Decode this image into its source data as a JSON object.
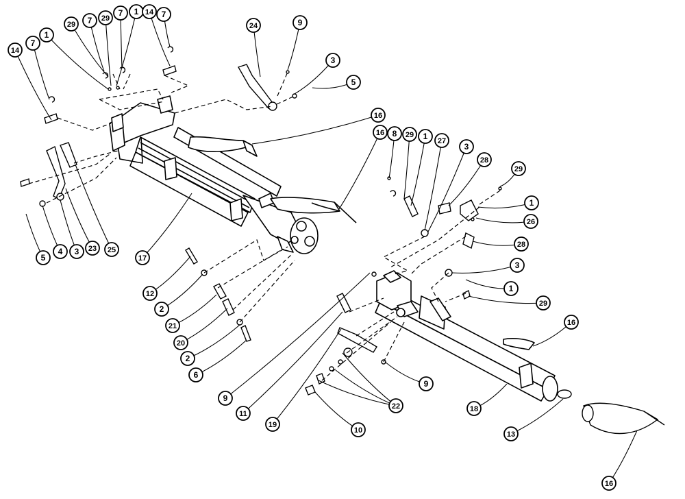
{
  "diagram": {
    "callouts": [
      {
        "id": "c01",
        "label": "14"
      },
      {
        "id": "c02",
        "label": "7"
      },
      {
        "id": "c03",
        "label": "1"
      },
      {
        "id": "c04",
        "label": "29"
      },
      {
        "id": "c05",
        "label": "7"
      },
      {
        "id": "c06",
        "label": "29"
      },
      {
        "id": "c07",
        "label": "7"
      },
      {
        "id": "c08",
        "label": "1"
      },
      {
        "id": "c09",
        "label": "14"
      },
      {
        "id": "c10",
        "label": "7"
      },
      {
        "id": "c11",
        "label": "24"
      },
      {
        "id": "c12",
        "label": "9"
      },
      {
        "id": "c13",
        "label": "3"
      },
      {
        "id": "c14",
        "label": "5"
      },
      {
        "id": "c15",
        "label": "16"
      },
      {
        "id": "c16",
        "label": "16"
      },
      {
        "id": "c17",
        "label": "8"
      },
      {
        "id": "c18",
        "label": "29"
      },
      {
        "id": "c19",
        "label": "1"
      },
      {
        "id": "c20",
        "label": "27"
      },
      {
        "id": "c21",
        "label": "3"
      },
      {
        "id": "c22",
        "label": "28"
      },
      {
        "id": "c23",
        "label": "29"
      },
      {
        "id": "c24",
        "label": "1"
      },
      {
        "id": "c25",
        "label": "26"
      },
      {
        "id": "c26",
        "label": "28"
      },
      {
        "id": "c27",
        "label": "3"
      },
      {
        "id": "c28",
        "label": "1"
      },
      {
        "id": "c29",
        "label": "29"
      },
      {
        "id": "c30",
        "label": "16"
      },
      {
        "id": "c31",
        "label": "5"
      },
      {
        "id": "c32",
        "label": "4"
      },
      {
        "id": "c33",
        "label": "3"
      },
      {
        "id": "c34",
        "label": "23"
      },
      {
        "id": "c35",
        "label": "25"
      },
      {
        "id": "c36",
        "label": "17"
      },
      {
        "id": "c37",
        "label": "12"
      },
      {
        "id": "c38",
        "label": "2"
      },
      {
        "id": "c39",
        "label": "21"
      },
      {
        "id": "c40",
        "label": "20"
      },
      {
        "id": "c41",
        "label": "2"
      },
      {
        "id": "c42",
        "label": "6"
      },
      {
        "id": "c43",
        "label": "9"
      },
      {
        "id": "c44",
        "label": "11"
      },
      {
        "id": "c45",
        "label": "19"
      },
      {
        "id": "c46",
        "label": "10"
      },
      {
        "id": "c47",
        "label": "22"
      },
      {
        "id": "c48",
        "label": "9"
      },
      {
        "id": "c49",
        "label": "18"
      },
      {
        "id": "c50",
        "label": "13"
      },
      {
        "id": "c51",
        "label": "16"
      }
    ]
  }
}
